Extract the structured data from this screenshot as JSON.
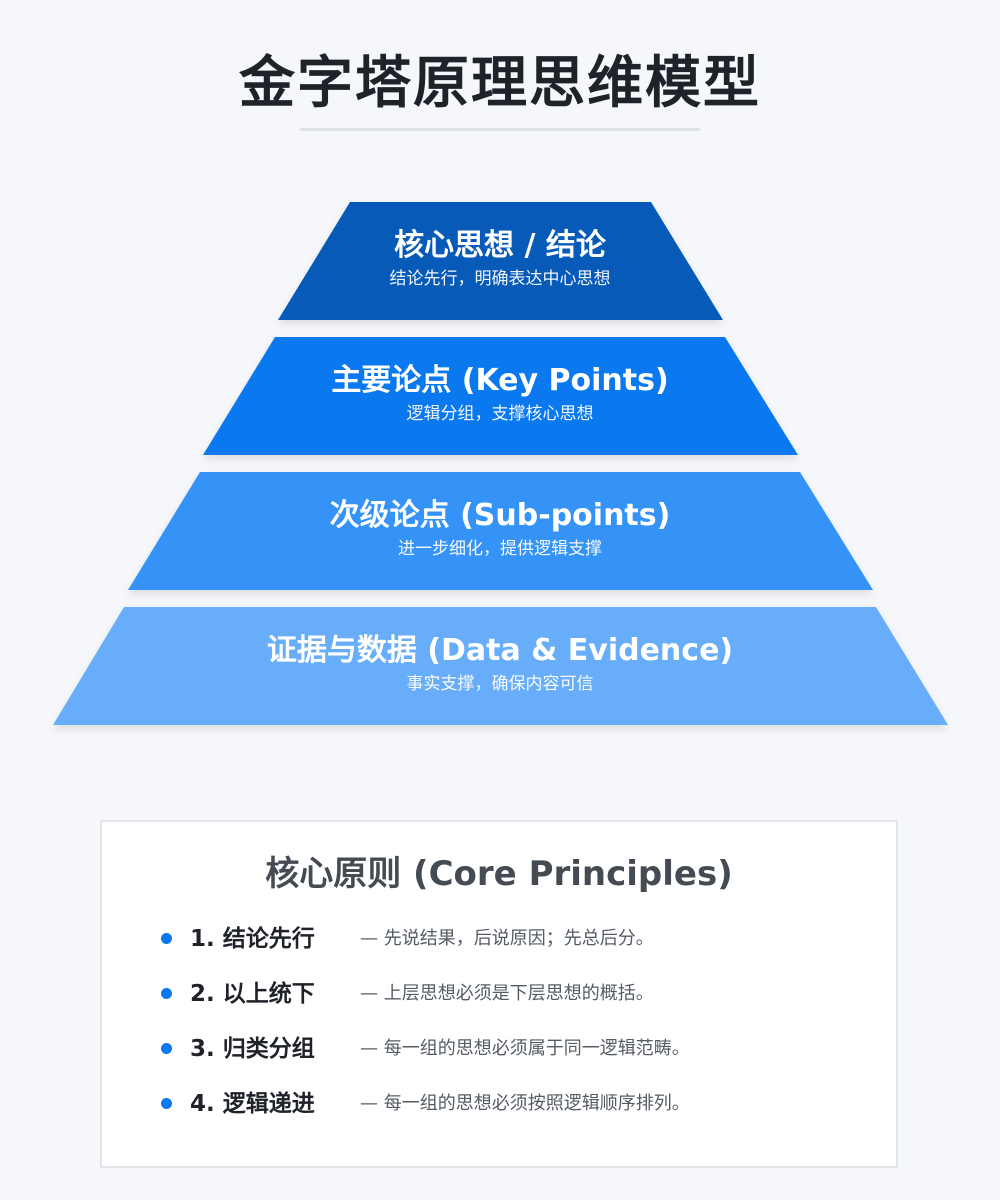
{
  "title": "金字塔原理思维模型",
  "pyramid": {
    "layers": [
      {
        "title": "核心思想 / 结论",
        "desc": "结论先行，明确表达中心思想",
        "color": "#075ab8"
      },
      {
        "title": "主要论点 (Key Points)",
        "desc": "逻辑分组，支撑核心思想",
        "color": "#0a79f0"
      },
      {
        "title": "次级论点 (Sub-points)",
        "desc": "进一步细化，提供逻辑支撑",
        "color": "#3593f8"
      },
      {
        "title": "证据与数据 (Data & Evidence)",
        "desc": "事实支撑，确保内容可信",
        "color": "#68adf9"
      }
    ]
  },
  "principles": {
    "title": "核心原则 (Core Principles)",
    "items": [
      {
        "label": "1. 结论先行",
        "desc": "— 先说结果，后说原因；先总后分。"
      },
      {
        "label": "2. 以上统下",
        "desc": "— 上层思想必须是下层思想的概括。"
      },
      {
        "label": "3. 归类分组",
        "desc": "— 每一组的思想必须属于同一逻辑范畴。"
      },
      {
        "label": "4. 逻辑递进",
        "desc": "— 每一组的思想必须按照逻辑顺序排列。"
      }
    ]
  },
  "colors": {
    "accent": "#0a79f0",
    "background": "#f5f7fa"
  }
}
